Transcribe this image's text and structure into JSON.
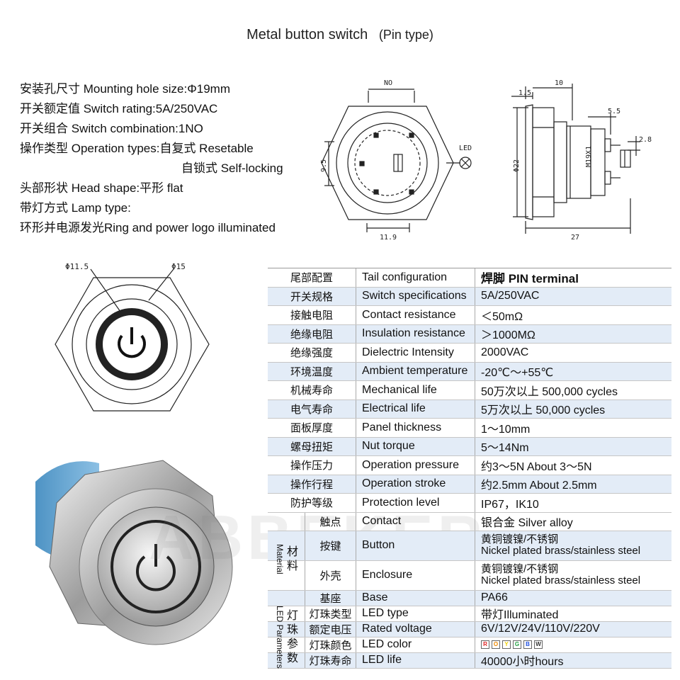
{
  "header": {
    "title": "Metal button switch",
    "subtitle": "(Pin type)"
  },
  "specs": [
    {
      "text": "安装孔尺寸 Mounting hole size:Φ19mm",
      "indent": false
    },
    {
      "text": "开关额定值 Switch rating:5A/250VAC",
      "indent": false
    },
    {
      "text": "开关组合 Switch combination:1NO",
      "indent": false
    },
    {
      "text": "操作类型 Operation types:自复式 Resetable",
      "indent": false
    },
    {
      "text": "自锁式 Self-locking",
      "indent": true
    },
    {
      "text": "头部形状 Head shape:平形 flat",
      "indent": false
    },
    {
      "text": "带灯方式 Lamp type:",
      "indent": false
    },
    {
      "text": "环形并电源发光Ring and power logo illuminated",
      "indent": false
    }
  ],
  "drawing": {
    "no_label": "NO",
    "led_label": "LED",
    "dim_9_5": "9.5",
    "dim_11_9": "11.9",
    "dim_1_5": "1.5",
    "dim_10": "10",
    "dim_5_5": "5.5",
    "dim_2_8": "2.8",
    "dim_phi22": "Φ22",
    "dim_27": "27",
    "thread": "M19X1",
    "dim_phi11_5": "Φ11.5",
    "dim_phi15": "Φ15"
  },
  "watermark": "ABBEKER",
  "table": {
    "rows": [
      {
        "cn": "尾部配置",
        "en": "Tail configuration",
        "val": "焊脚  PIN terminal",
        "bold": true
      },
      {
        "cn": "开关规格",
        "en": "Switch specifications",
        "val": "5A/250VAC"
      },
      {
        "cn": "接触电阻",
        "en": "Contact resistance",
        "val": "＜50mΩ"
      },
      {
        "cn": "绝缘电阻",
        "en": "Insulation resistance",
        "val": "＞1000MΩ"
      },
      {
        "cn": "绝缘强度",
        "en": "Dielectric Intensity",
        "val": "2000VAC"
      },
      {
        "cn": "环境温度",
        "en": "Ambient temperature",
        "val": "-20℃～+55℃"
      },
      {
        "cn": "机械寿命",
        "en": "Mechanical life",
        "val": "50万次以上 500,000 cycles"
      },
      {
        "cn": "电气寿命",
        "en": "Electrical life",
        "val": "5万次以上 50,000  cycles"
      },
      {
        "cn": "面板厚度",
        "en": "Panel thickness",
        "val": "1～10mm"
      },
      {
        "cn": "螺母扭矩",
        "en": "Nut torque",
        "val": "5～14Nm"
      },
      {
        "cn": "操作压力",
        "en": "Operation pressure",
        "val": "约3～5N About 3～5N"
      },
      {
        "cn": "操作行程",
        "en": "Operation stroke",
        "val": "约2.5mm About 2.5mm"
      },
      {
        "cn": "防护等级",
        "en": "Protection level",
        "val": "IP67，IK10"
      }
    ],
    "material_group": {
      "cn": "材料",
      "en": "Material",
      "rows": [
        {
          "cn": "触点",
          "en": "Contact",
          "val": "银合金 Silver alloy"
        },
        {
          "cn": "按键",
          "en": "Button",
          "val1": "黄铜镀镍/不锈钢",
          "val2": "Nickel plated brass/stainless steel"
        },
        {
          "cn": "外壳",
          "en": "Enclosure",
          "val1": "黄铜镀镍/不锈钢",
          "val2": "Nickel plated brass/stainless steel"
        },
        {
          "cn": "基座",
          "en": "Base",
          "val": "PA66"
        }
      ]
    },
    "led_group": {
      "cn": "灯珠参数",
      "en": "LED Parameters",
      "rows": [
        {
          "cn": "灯珠类型",
          "en": "LED type",
          "val": "带灯Illuminated"
        },
        {
          "cn": "额定电压",
          "en": "Rated voltage",
          "val": "6V/12V/24V/110V/220V"
        },
        {
          "cn": "灯珠颜色",
          "en": "LED color",
          "chips": [
            {
              "letter": "R",
              "color": "#e02020"
            },
            {
              "letter": "O",
              "color": "#f08a00"
            },
            {
              "letter": "Y",
              "color": "#f0d000"
            },
            {
              "letter": "G",
              "color": "#20a040"
            },
            {
              "letter": "B",
              "color": "#2050e0"
            },
            {
              "letter": "W",
              "color": "#ffffff"
            }
          ]
        },
        {
          "cn": "灯珠寿命",
          "en": "LED life",
          "val": "40000小时hours"
        }
      ]
    }
  }
}
